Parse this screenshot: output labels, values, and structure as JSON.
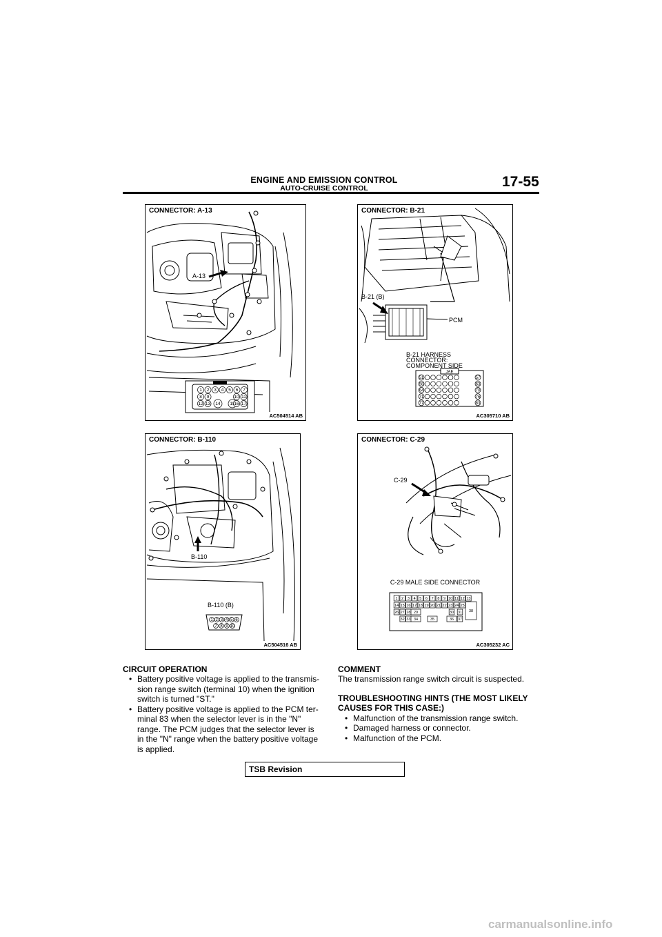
{
  "header": {
    "title": "ENGINE AND EMISSION CONTROL",
    "subtitle": "AUTO-CRUISE CONTROL",
    "page_number": "17-55"
  },
  "figures": [
    {
      "title": "CONNECTOR: A-13",
      "code": "AC504514 AB",
      "callouts": [
        "A-13"
      ],
      "pins_top": [
        "1",
        "2",
        "3",
        "4",
        "5",
        "6",
        "7"
      ],
      "pins_mid": [
        "8",
        "9",
        "10",
        "11"
      ],
      "pins_bot": [
        "12",
        "13",
        "14",
        "15",
        "16",
        "17"
      ]
    },
    {
      "title": "CONNECTOR: B-21",
      "code": "AC305710 AB",
      "callouts": [
        "B-21 (B)",
        "PCM"
      ],
      "harness_label": [
        "B-21 HARNESS",
        "CONNECTOR:",
        "COMPONENT SIDE"
      ],
      "jae_label": "JAE",
      "pins_right": [
        "57",
        "63",
        "70",
        "76",
        "83"
      ],
      "pins_left": [
        "51",
        "58",
        "64",
        "71",
        "77"
      ]
    },
    {
      "title": "CONNECTOR: B-110",
      "code": "AC504516 AB",
      "callouts": [
        "B-110",
        "B-110 (B)"
      ],
      "pins_top": [
        "1",
        "2",
        "3",
        "4",
        "5",
        "6"
      ],
      "pins_bot": [
        "7",
        "8",
        "9",
        "10"
      ]
    },
    {
      "title": "CONNECTOR: C-29",
      "code": "AC305232 AC",
      "callouts": [
        "C-29"
      ],
      "connector_label": "C-29 MALE SIDE CONNECTOR",
      "row1": [
        "1",
        "2",
        "3",
        "4",
        "5",
        "6",
        "7",
        "8",
        "9",
        "10",
        "11",
        "12",
        "13"
      ],
      "row2": [
        "14",
        "15",
        "16",
        "17",
        "18",
        "19",
        "20",
        "21",
        "22",
        "23",
        "24",
        "25"
      ],
      "row3": [
        "26",
        "27",
        "28",
        "29",
        "30",
        "31"
      ],
      "row4": [
        "32",
        "33",
        "34",
        "35",
        "36",
        "37"
      ],
      "big_pin": "38"
    }
  ],
  "circuit_operation": {
    "heading": "CIRCUIT OPERATION",
    "bullets": [
      [
        "Battery positive voltage is applied to the transmis-",
        "sion range switch (terminal 10) when the ignition",
        "switch is turned \"ST.\""
      ],
      [
        "Battery positive voltage is applied to the PCM ter-",
        "minal 83 when the selector lever is in the \"N\"",
        "range. The PCM judges that the selector lever is",
        "in the \"N\" range when the battery positive voltage",
        "is applied."
      ]
    ]
  },
  "comment": {
    "heading": "COMMENT",
    "text": "The transmission range switch circuit is suspected."
  },
  "troubleshooting": {
    "heading_line1": "TROUBLESHOOTING HINTS (THE MOST LIKELY",
    "heading_line2": "CAUSES FOR THIS CASE:)",
    "bullets": [
      "Malfunction of the transmission range switch.",
      "Damaged harness or connector.",
      "Malfunction of the PCM."
    ]
  },
  "footer": {
    "tsb_label": "TSB Revision",
    "watermark": "carmanualsonline.info"
  }
}
